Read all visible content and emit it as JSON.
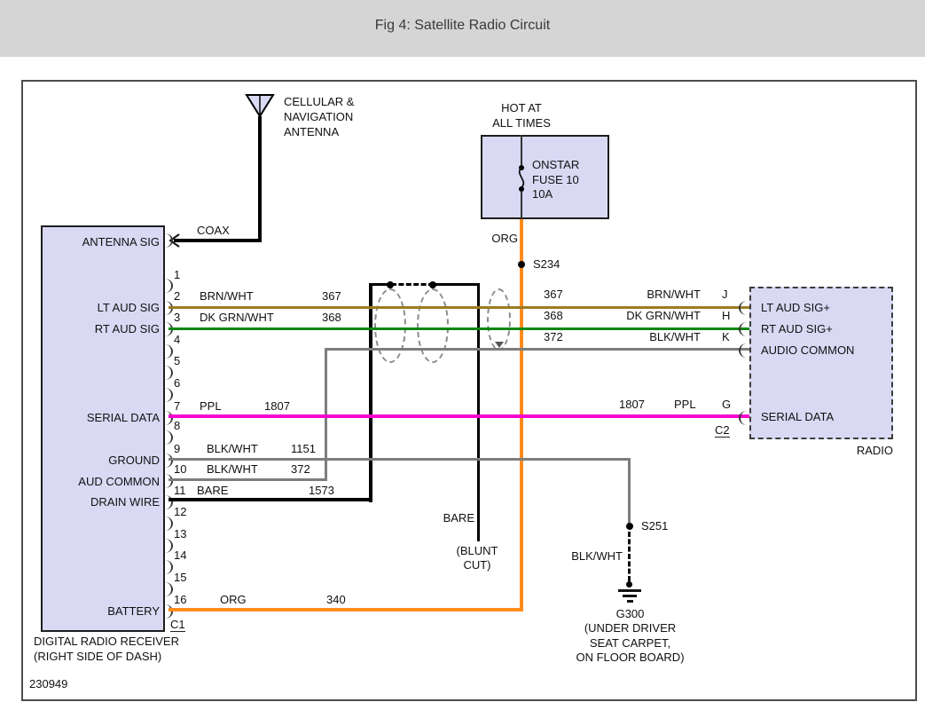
{
  "title": "Fig 4: Satellite Radio Circuit",
  "doc_number": "230949",
  "colors": {
    "background": "#d5d5d5",
    "component_fill": "#d9d9f4",
    "brn_wht": "#9b7c22",
    "dk_grn_wht": "#0a860a",
    "ppl": "#f800cf",
    "org": "#ff8b1f",
    "blk_wht": "#7d7d7d",
    "bare": "#000000"
  },
  "antenna": {
    "label_line1": "CELLULAR &",
    "label_line2": "NAVIGATION",
    "label_line3": "ANTENNA",
    "coax_label": "COAX"
  },
  "fuse": {
    "hot_line1": "HOT AT",
    "hot_line2": "ALL TIMES",
    "name": "ONSTAR",
    "label": "FUSE 10",
    "rating": "10A",
    "wire_color": "ORG",
    "splice": "S234"
  },
  "receiver": {
    "antenna_signal": "ANTENNA SIG",
    "connector": "C1",
    "caption_line1": "DIGITAL RADIO RECEIVER",
    "caption_line2": "(RIGHT SIDE OF DASH)",
    "pins": [
      {
        "num": "1"
      },
      {
        "num": "2",
        "color": "BRN/WHT",
        "circuit": "367",
        "signal": "LT AUD SIG"
      },
      {
        "num": "3",
        "color": "DK GRN/WHT",
        "circuit": "368",
        "signal": "RT AUD SIG"
      },
      {
        "num": "4"
      },
      {
        "num": "5"
      },
      {
        "num": "6"
      },
      {
        "num": "7",
        "color": "PPL",
        "circuit": "1807",
        "signal": "SERIAL DATA"
      },
      {
        "num": "8"
      },
      {
        "num": "9",
        "color": "BLK/WHT",
        "circuit": "1151",
        "signal": "GROUND"
      },
      {
        "num": "10",
        "color": "BLK/WHT",
        "circuit": "372",
        "signal": "AUD COMMON"
      },
      {
        "num": "11",
        "color": "BARE",
        "circuit": "1573",
        "signal": "DRAIN WIRE"
      },
      {
        "num": "12"
      },
      {
        "num": "13"
      },
      {
        "num": "14"
      },
      {
        "num": "15"
      },
      {
        "num": "16",
        "color": "ORG",
        "circuit": "340",
        "signal": "BATTERY"
      }
    ]
  },
  "right_wires": [
    {
      "circuit": "367",
      "color": "BRN/WHT",
      "pin": "J"
    },
    {
      "circuit": "368",
      "color": "DK GRN/WHT",
      "pin": "H"
    },
    {
      "circuit": "372",
      "color": "BLK/WHT",
      "pin": "K"
    },
    {
      "circuit": "1807",
      "color": "PPL",
      "pin": "G"
    }
  ],
  "radio": {
    "name": "RADIO",
    "connector": "C2",
    "pin_labels": [
      "LT AUD SIG+",
      "RT AUD SIG+",
      "AUDIO COMMON",
      "SERIAL DATA"
    ]
  },
  "shield": {
    "bare_label": "BARE",
    "blunt_line1": "(BLUNT",
    "blunt_line2": "CUT)"
  },
  "ground": {
    "splice": "S251",
    "wire_color": "BLK/WHT",
    "name": "G300",
    "loc_line1": "(UNDER DRIVER",
    "loc_line2": "SEAT CARPET,",
    "loc_line3": "ON FLOOR BOARD)"
  }
}
